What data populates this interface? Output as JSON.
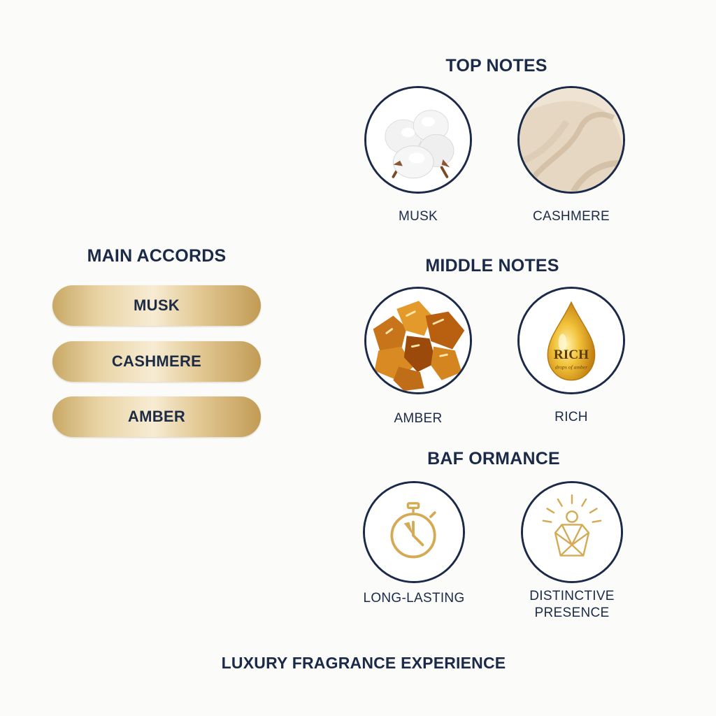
{
  "main_accords": {
    "title": "MAIN ACCORDS",
    "items": [
      "MUSK",
      "CASHMERE",
      "AMBER"
    ]
  },
  "top_notes": {
    "title": "TOP NOTES",
    "items": [
      {
        "label": "MUSK",
        "icon": "cotton-boll-icon"
      },
      {
        "label": "CASHMERE",
        "icon": "cashmere-fabric-icon"
      }
    ]
  },
  "middle_notes": {
    "title": "MIDDLE NOTES",
    "items": [
      {
        "label": "AMBER",
        "icon": "amber-crystals-icon"
      },
      {
        "label": "RICH",
        "icon": "oil-drop-icon",
        "drop_text": "RICH",
        "drop_subtext": "drops of amber"
      }
    ]
  },
  "performance": {
    "title": "BAF ORMANCE",
    "items": [
      {
        "label": "LONG-LASTING",
        "icon": "stopwatch-icon"
      },
      {
        "label_line1": "DISTINCTIVE",
        "label_line2": "PRESENCE",
        "icon": "radiant-figure-icon"
      }
    ]
  },
  "footer": "LUXURY FRAGRANCE EXPERIENCE",
  "colors": {
    "navy": "#1b2a48",
    "gold": "#d4aa55",
    "background": "#fbfbf9"
  }
}
